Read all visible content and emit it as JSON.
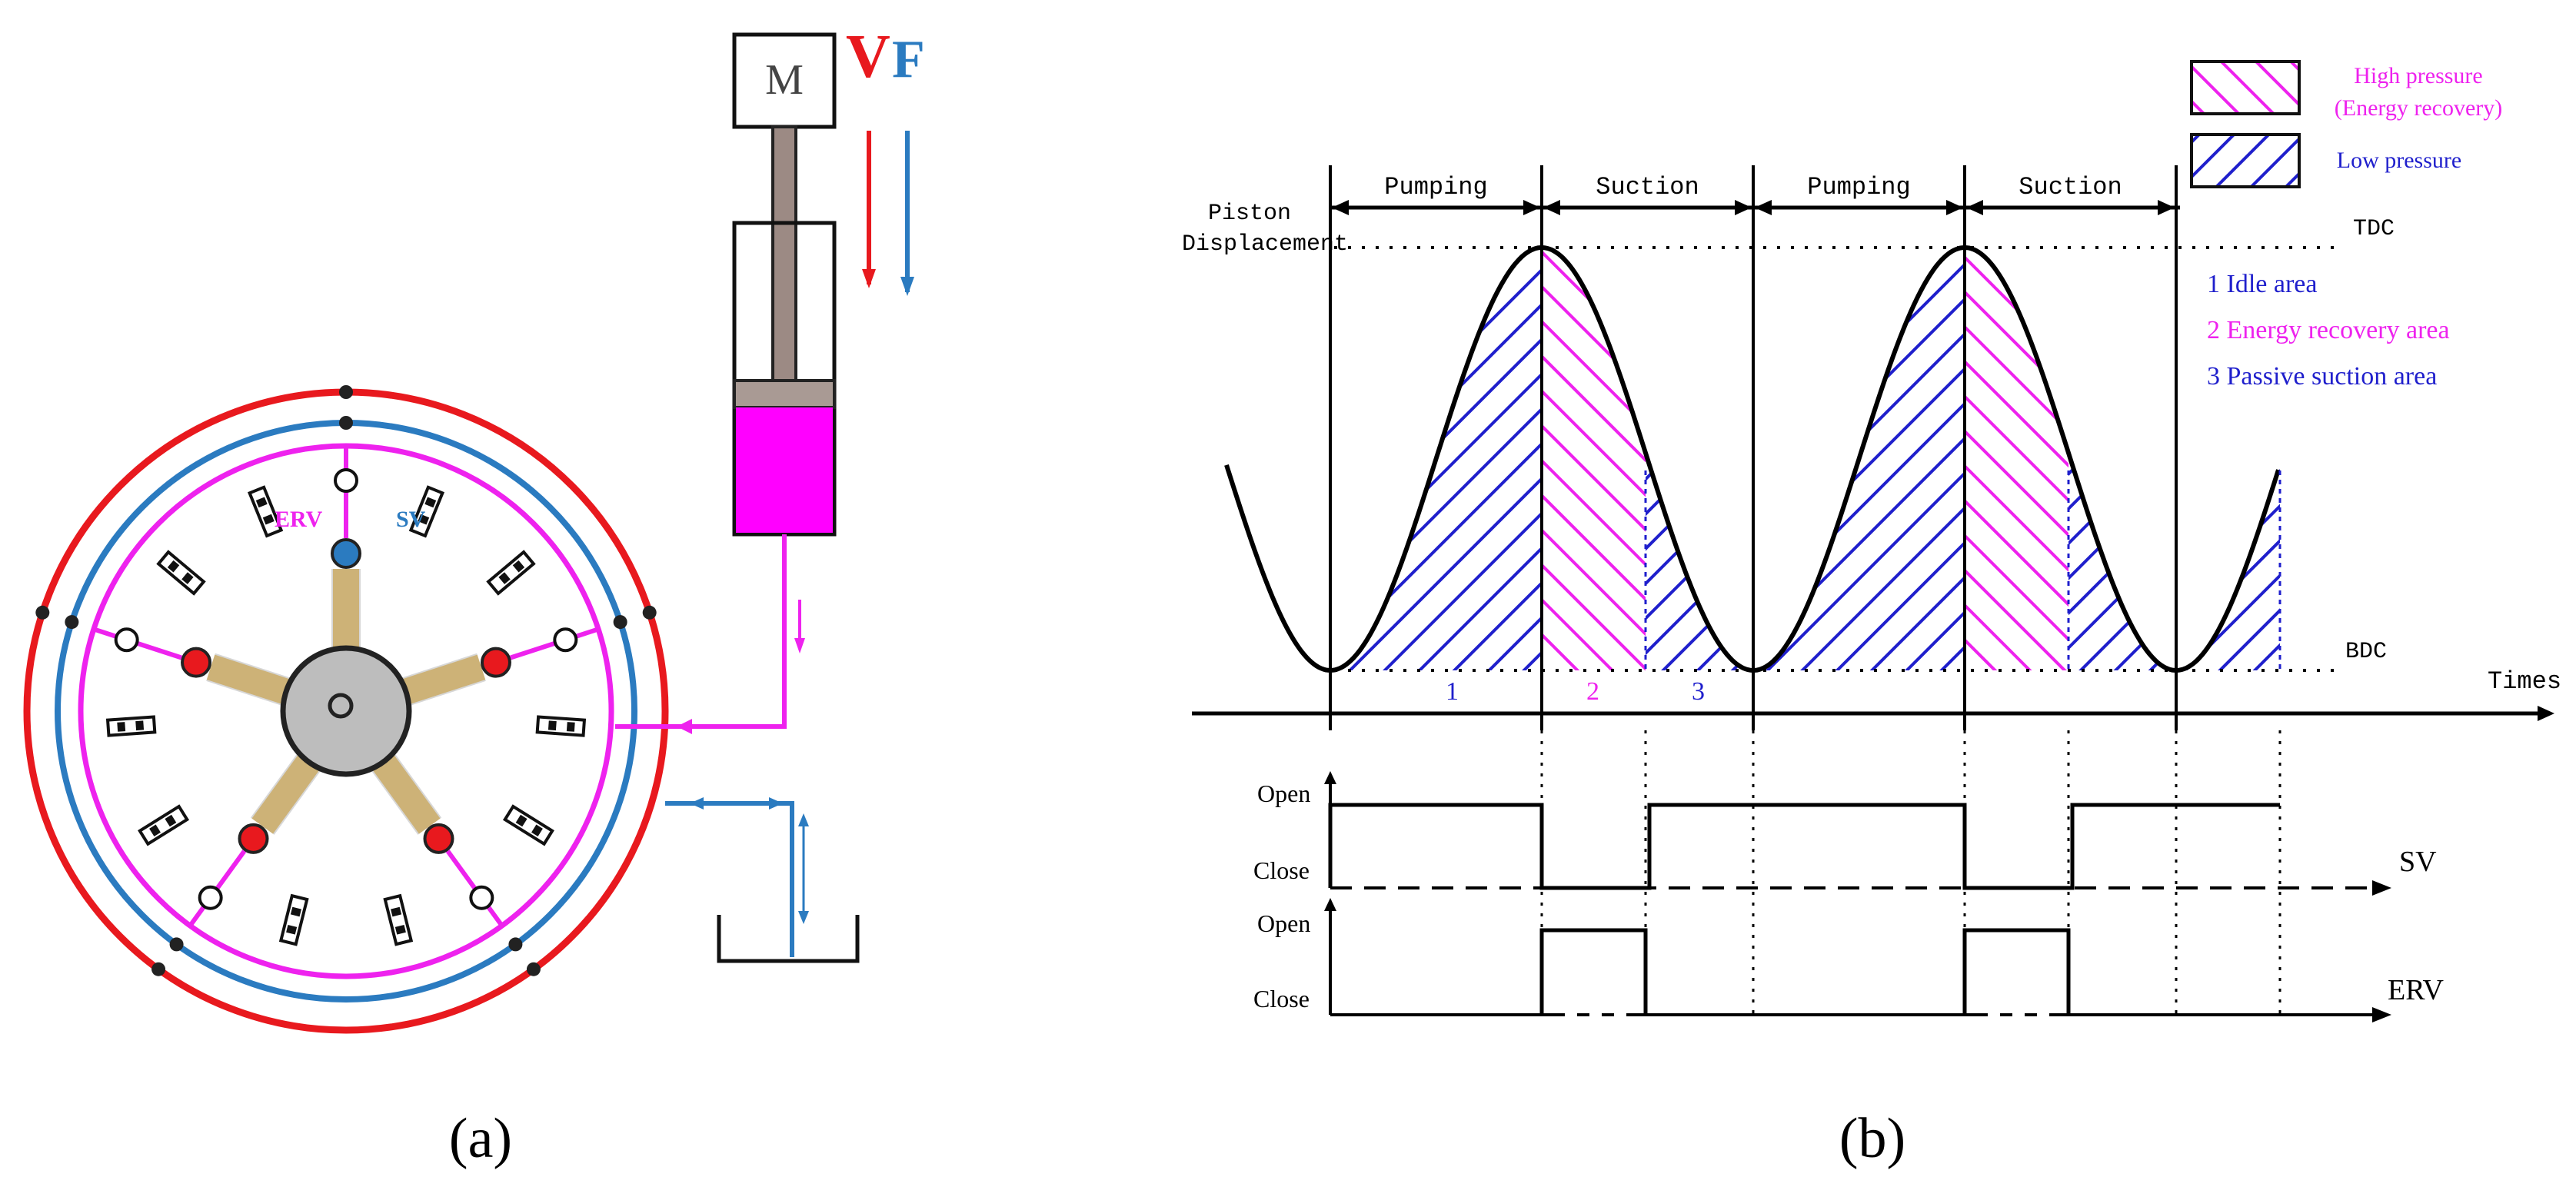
{
  "panel_a": {
    "caption": "(a)",
    "motor_label": "M",
    "velocity_label": "V",
    "force_label": "F",
    "erv_label": "ERV",
    "sv_label": "SV",
    "colors": {
      "high_line": "#e8191e",
      "low_line": "#2b7bc0",
      "hp_pipe": "#ee22ee",
      "fluid": "#ff00ff",
      "piston_arm": "#f3d28a"
    }
  },
  "panel_b": {
    "caption": "(b)",
    "legend": {
      "high_title": "High pressure",
      "high_sub": "(Energy recovery)",
      "low_title": "Low pressure"
    },
    "phases": [
      "Pumping",
      "Suction",
      "Pumping",
      "Suction"
    ],
    "y_label_line1": "Piston",
    "y_label_line2": "Displacement",
    "tdc_label": "TDC",
    "bdc_label": "BDC",
    "x_label": "Times",
    "area_list": [
      {
        "text": "1  Idle area",
        "color": "#1f1fcc"
      },
      {
        "text": "2  Energy recovery area",
        "color": "#ee22ee"
      },
      {
        "text": "3  Passive suction area",
        "color": "#1f1fcc"
      }
    ],
    "area_numbers": [
      "1",
      "2",
      "3"
    ],
    "sv": {
      "open": "Open",
      "close": "Close",
      "name": "SV"
    },
    "erv": {
      "open": "Open",
      "close": "Close",
      "name": "ERV"
    },
    "colors": {
      "high": "#ee22ee",
      "low": "#1f1fcc"
    }
  }
}
